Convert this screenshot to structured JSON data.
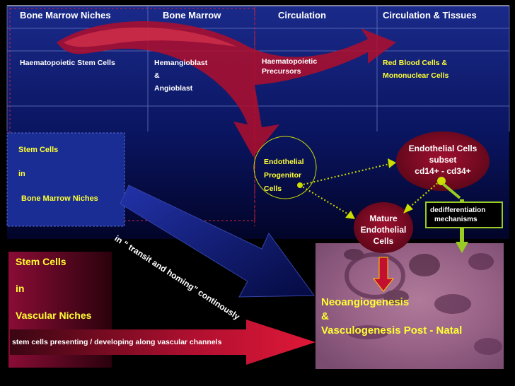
{
  "columns": {
    "bone_marrow_niches": "Bone Marrow Niches",
    "bone_marrow": "Bone Marrow",
    "circulation": "Circulation",
    "circulation_tissues": "Circulation & Tissues"
  },
  "row2": {
    "hsc": "Haematopoietic Stem Cells",
    "hemangioblast": "Hemangioblast",
    "amp": "&",
    "angioblast": "Angioblast",
    "haem_precursors_1": "Haematopoietic",
    "haem_precursors_2": "Precursors",
    "rbc_1": "Red Blood Cells  &",
    "rbc_2": "Mononuclear Cells"
  },
  "stem_niches_box": {
    "line1": "Stem   Cells",
    "line2": "in",
    "line3": "Bone Marrow Niches"
  },
  "epc": {
    "line1": "Endothelial",
    "line2": "Progenitor",
    "line3": "Cells"
  },
  "ec_subset": {
    "line1": "Endothelial Cells",
    "line2": "subset",
    "line3": "cd14+ - cd34+"
  },
  "mature": {
    "line1": "Mature",
    "line2": "Endothelial",
    "line3": "Cells"
  },
  "dediff": {
    "line1": "dedifferentiation",
    "line2": "mechanisms"
  },
  "transit_label": "in “ transit and homing” continously",
  "vascular_box": {
    "line1": "Stem Cells",
    "line2": "in",
    "line3": "Vascular Niches"
  },
  "channels_label": "stem cells presenting / developing along vascular channels",
  "neo": {
    "line1": "Neoangiogenesis",
    "line2": "&",
    "line3": "Vasculogenesis  Post - Natal"
  },
  "colors": {
    "background_top": "#1a2a88",
    "background_bottom": "#03062a",
    "yellow_text": "#ffff33",
    "arrow_red": "#c4102a",
    "green_dots": "#ccdd00",
    "green_box": "#99cc22"
  }
}
